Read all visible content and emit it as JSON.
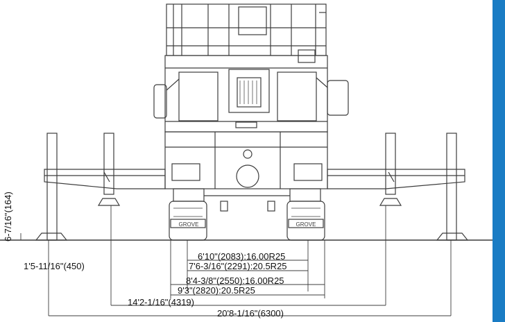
{
  "diagram": {
    "colors": {
      "line": "#3c3c3c",
      "hatch": "#8a8a8a",
      "accent_stripe": "#1a7cc4",
      "text": "#111111"
    },
    "dimensions": {
      "outrigger_pad_height": "6-7/16\"(164)",
      "pad_offset": "1'5-11/16\"(450)",
      "track_16_00R25": "6'10\"(2083):16.00R25",
      "track_20_5R25": "7'6-3/16\"(2291):20.5R25",
      "width_16_00R25": "8'4-3/8\"(2550):16.00R25",
      "width_20_5R25": "9'3\"(2820):20.5R25",
      "outrigger_mid_span": "14'2-1/16\"(4319)",
      "outrigger_full_span": "20'8-1/16\"(6300)"
    },
    "plate_text": "GROVE"
  }
}
